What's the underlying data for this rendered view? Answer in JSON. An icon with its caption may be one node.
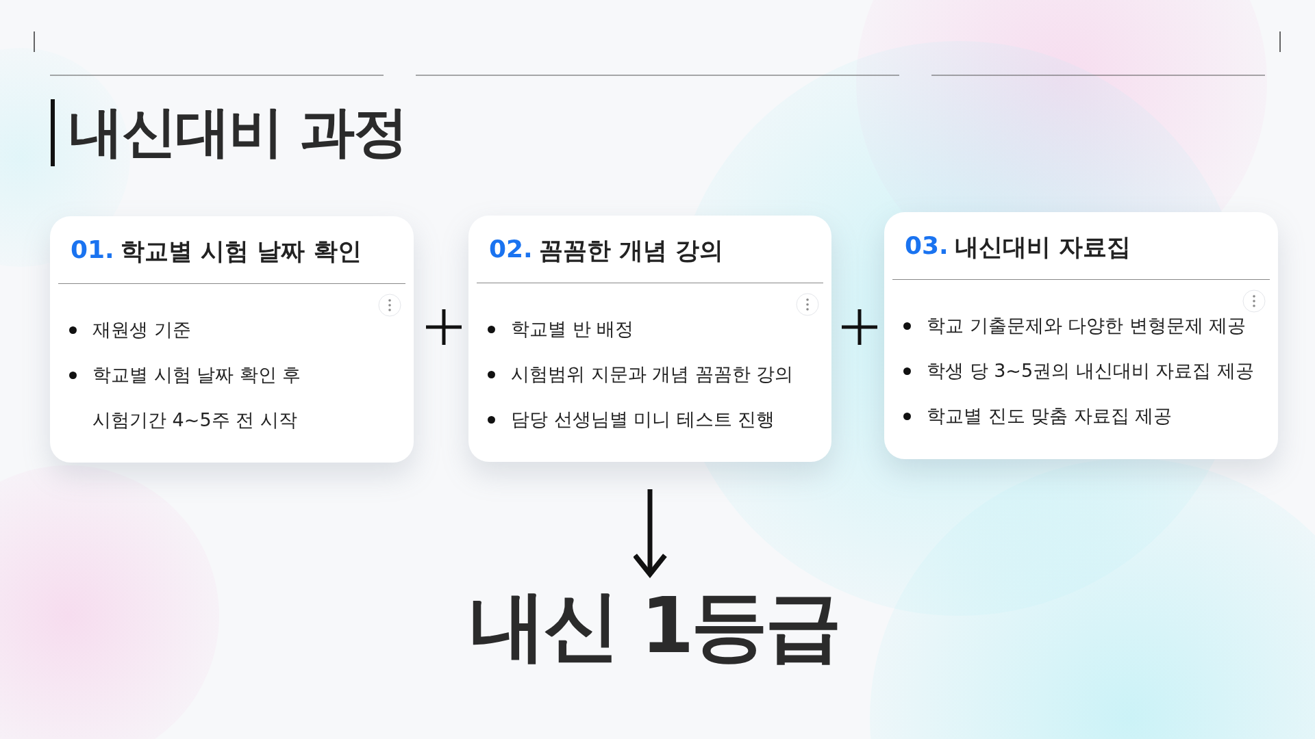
{
  "diagram": {
    "title": "내신대비 과정",
    "nodes": [
      {
        "text": [
          "01.",
          "학교별 시험 날짜 확인",
          "재원생 기준",
          "학교별 시험 날짜 확인 후 시험기간 4~5주 전 시작"
        ]
      },
      {
        "text": [
          "02.",
          "꼼꼼한 개념 강의",
          "학교별 반 배정",
          "시험범위 지문과 개념 꼼꼼한 강의",
          "담당 선생님별 미니 테스트 진행"
        ]
      },
      {
        "text": [
          "03.",
          "내신대비 자료집",
          "학교 기출문제와 다양한 변형문제 제공",
          "학생 당 3~5권의 내신대비 자료집 제공",
          "학교별 진도 맞춤 자료집 제공"
        ]
      },
      {
        "text": [
          "내신 1등급"
        ]
      }
    ],
    "edges": [
      {
        "from": 1,
        "to": 3,
        "arrow": "to"
      }
    ]
  }
}
